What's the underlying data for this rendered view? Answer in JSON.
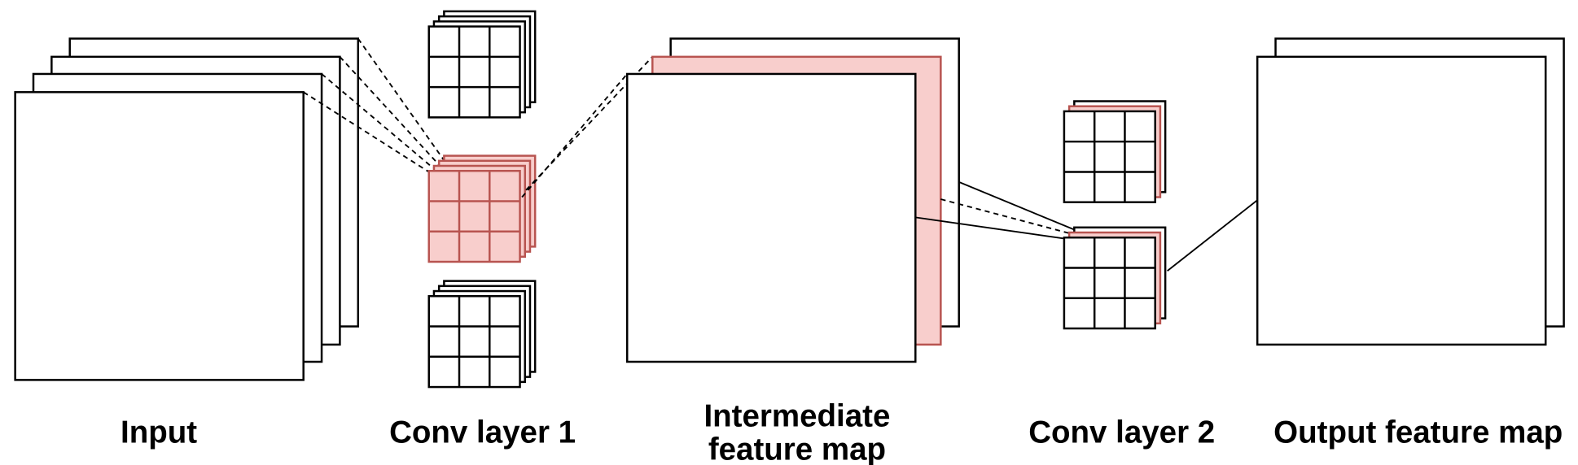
{
  "labels": {
    "input": "Input",
    "conv1": "Conv layer 1",
    "intermediate_line1": "Intermediate",
    "intermediate_line2": "feature map",
    "conv2": "Conv layer 2",
    "output": "Output feature map"
  },
  "colors": {
    "stroke": "#000000",
    "highlight_fill": "#f8cecc",
    "highlight_stroke": "#b85450"
  }
}
